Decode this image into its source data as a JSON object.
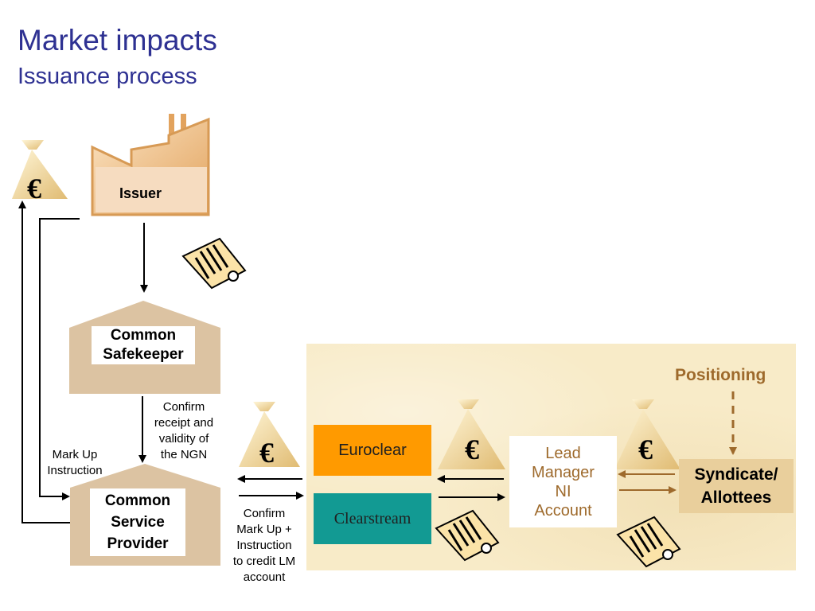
{
  "slide": {
    "title": "Market impacts",
    "subtitle": "Issuance process"
  },
  "nodes": {
    "issuer": "Issuer",
    "common_safekeeper": [
      "Common",
      "Safekeeper"
    ],
    "common_service_provider": [
      "Common",
      "Service",
      "Provider"
    ],
    "euroclear": "Euroclear",
    "clearstream": "Clearstream",
    "lead_manager": [
      "Lead",
      "Manager",
      "NI",
      "Account"
    ],
    "syndicate": [
      "Syndicate/",
      "Allottees"
    ],
    "positioning": "Positioning"
  },
  "notes": {
    "confirm_ngn": [
      "Confirm",
      "receipt and",
      "validity of",
      "the NGN"
    ],
    "mark_up": [
      "Mark Up",
      "Instruction"
    ],
    "confirm_lm": [
      "Confirm",
      "Mark Up +",
      "Instruction",
      "to credit LM",
      "account"
    ]
  },
  "symbols": {
    "currency": "€"
  },
  "colors": {
    "title": "#2e3192",
    "euroclear": "#ff9a00",
    "clearstream": "#129a93",
    "house": "#dcc3a2",
    "parchment": "#f8ebc8",
    "brown_arrows": "#9e6a2c"
  }
}
